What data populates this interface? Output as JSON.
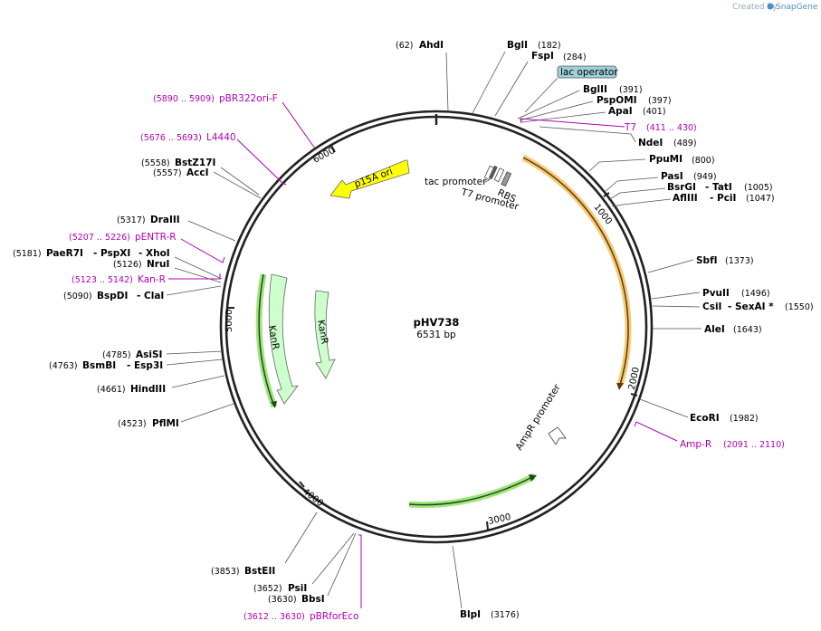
{
  "watermark": {
    "prefix": "Created by",
    "brand": "SnapGene"
  },
  "plasmid": {
    "name": "pHV738",
    "length_label": "6531 bp"
  },
  "ring_ticks": [
    "1000",
    "2000",
    "3000",
    "4000",
    "5000",
    "6000"
  ],
  "sites": {
    "ahdi": {
      "pos": "(62)",
      "name": "AhdI"
    },
    "bgli": {
      "name": "BglI",
      "pos": "(182)"
    },
    "fspi": {
      "name": "FspI",
      "pos": "(284)"
    },
    "bglii": {
      "name": "BglII",
      "pos": "(391)"
    },
    "pspomi": {
      "name": "PspOMI",
      "pos": "(397)"
    },
    "apai": {
      "name": "ApaI",
      "pos": "(401)"
    },
    "ndei": {
      "name": "NdeI",
      "pos": "(489)"
    },
    "ppumi": {
      "name": "PpuMI",
      "pos": "(800)"
    },
    "pasi": {
      "name": "PasI",
      "pos": "(949)"
    },
    "bsrgi_tati": {
      "name": "BsrGI",
      "sep": "- TatI",
      "pos": "(1005)"
    },
    "aflIII_pcii": {
      "name": "AflIII",
      "sep": "- PciI",
      "pos": "(1047)"
    },
    "sbfi": {
      "name": "SbfI",
      "pos": "(1373)"
    },
    "pvuii": {
      "name": "PvuII",
      "pos": "(1496)"
    },
    "csii_sexai": {
      "name": "CsiI",
      "sep": "- SexAI *",
      "pos": "(1550)"
    },
    "alei": {
      "name": "AleI",
      "pos": "(1643)"
    },
    "ecori": {
      "name": "EcoRI",
      "pos": "(1982)"
    },
    "blpi": {
      "name": "BlpI",
      "pos": "(3176)"
    },
    "bbsi": {
      "pos": "(3630)",
      "name": "BbsI"
    },
    "psii": {
      "pos": "(3652)",
      "name": "PsiI"
    },
    "bsteii": {
      "pos": "(3853)",
      "name": "BstEII"
    },
    "pflmi": {
      "pos": "(4523)",
      "name": "PflMI"
    },
    "hindiii": {
      "pos": "(4661)",
      "name": "HindIII"
    },
    "bsmbi": {
      "pos": "(4763)",
      "name": "BsmBI",
      "sep": "- Esp3I"
    },
    "asisi": {
      "pos": "(4785)",
      "name": "AsiSI"
    },
    "bspdi": {
      "pos": "(5090)",
      "name": "BspDI",
      "sep": "- ClaI"
    },
    "nrui": {
      "pos": "(5126)",
      "name": "NruI"
    },
    "paer7i": {
      "pos": "(5181)",
      "name": "PaeR7I",
      "sep": "- PspXI",
      "sep2": "- XhoI"
    },
    "drai": {
      "pos": "(5317)",
      "name": "DraIII"
    },
    "acci": {
      "pos": "(5557)",
      "name": "AccI"
    },
    "bstz17i": {
      "pos": "(5558)",
      "name": "BstZ17I"
    }
  },
  "primers": {
    "pbr322": {
      "pos": "(5890 .. 5909)",
      "name": "pBR322ori-F"
    },
    "l4440": {
      "pos": "(5676 .. 5693)",
      "name": "L4440"
    },
    "pentr": {
      "pos": "(5207 .. 5226)",
      "name": "pENTR-R"
    },
    "kanr": {
      "pos": "(5123 .. 5142)",
      "name": "Kan-R"
    },
    "t7": {
      "name": "T7",
      "pos": "(411 .. 430)"
    },
    "ampr": {
      "name": "Amp-R",
      "pos": "(2091 .. 2110)"
    },
    "pbrforeco": {
      "pos": "(3612 .. 3630)",
      "name": "pBRforEco"
    }
  },
  "features": {
    "lac_operator": "lac operator",
    "p15a_ori": "p15A ori",
    "tac_promoter": "tac promoter",
    "t7_promoter": "T7 promoter",
    "rbs": "RBS",
    "kanr_outer": "KanR",
    "kanr_inner": "KanR",
    "ampr_promoter": "AmpR promoter"
  },
  "colors": {
    "ring": "#222222",
    "orf_orange": "#f5a623",
    "orf_green": "#5cb82a",
    "kanr_fill": "#ccffcc",
    "p15a_fill": "#ffff00",
    "lac_operator_fill": "#9fcfd9",
    "primer": "#b000b0"
  }
}
